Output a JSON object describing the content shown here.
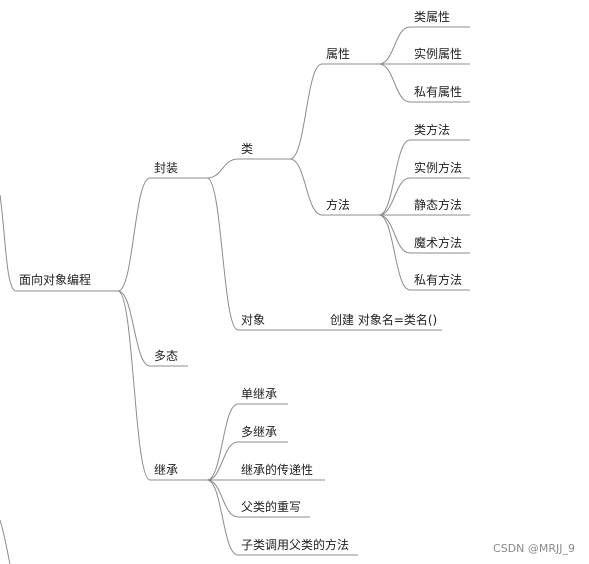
{
  "mindmap": {
    "root": "面向对象编程",
    "branches": {
      "fengzhuang": "封装",
      "lei": "类",
      "shuxing": "属性",
      "lei_shuxing": "类属性",
      "shili_shuxing": "实例属性",
      "siyou_shuxing": "私有属性",
      "fangfa": "方法",
      "lei_fangfa": "类方法",
      "shili_fangfa": "实例方法",
      "jingtai_fangfa": "静态方法",
      "moshu_fangfa": "魔术方法",
      "siyou_fangfa": "私有方法",
      "duixiang": "对象",
      "chuangjian": "创建 对象名=类名()",
      "duotai": "多态",
      "jicheng": "继承",
      "dan_jicheng": "单继承",
      "duo_jicheng": "多继承",
      "chuandi": "继承的传递性",
      "chongxie": "父类的重写",
      "diaoyong": "子类调用父类的方法"
    }
  },
  "watermark": "CSDN @MRJJ_9",
  "colors": {
    "line": "#8c8c8c",
    "text": "#222222"
  }
}
